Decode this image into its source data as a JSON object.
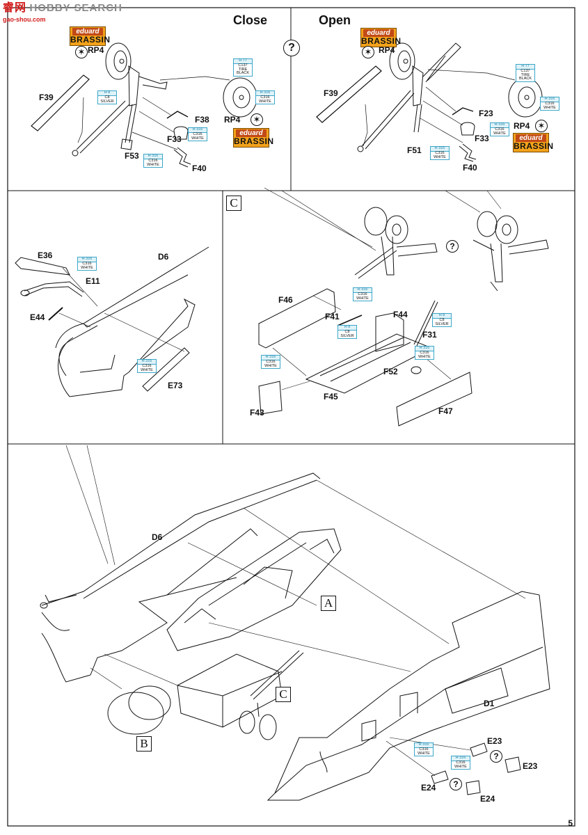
{
  "watermark": {
    "brand_cn": "睿网",
    "brand_en": "HOBBY SEARCH",
    "url": "gao-shou.com"
  },
  "headers": {
    "close": "Close",
    "open": "Open"
  },
  "brassin": {
    "line1": "eduard",
    "line2": "BRASSIN"
  },
  "paints": {
    "tire": {
      "h": "H 77",
      "c": "C137",
      "name": "TIRE BLACK"
    },
    "silver": {
      "h": "H 8",
      "c": "C8",
      "name": "SILVER"
    },
    "white": {
      "h": "H 316",
      "c": "C316",
      "name": "WHITE"
    }
  },
  "qmark": "?",
  "star": "✶",
  "section_labels": {
    "A": "A",
    "B": "B",
    "C": "C"
  },
  "parts": {
    "RP4": "RP4",
    "F39": "F39",
    "F38": "F38",
    "F33": "F33",
    "F53": "F53",
    "F40": "F40",
    "F23": "F23",
    "F51": "F51",
    "E36": "E36",
    "E11": "E11",
    "D6": "D6",
    "E44": "E44",
    "E73": "E73",
    "F46": "F46",
    "F41": "F41",
    "F44": "F44",
    "F31": "F31",
    "F52": "F52",
    "F45": "F45",
    "F43": "F43",
    "F47": "F47",
    "D1": "D1",
    "E23": "E23",
    "E24": "E24"
  },
  "page_number": "5"
}
